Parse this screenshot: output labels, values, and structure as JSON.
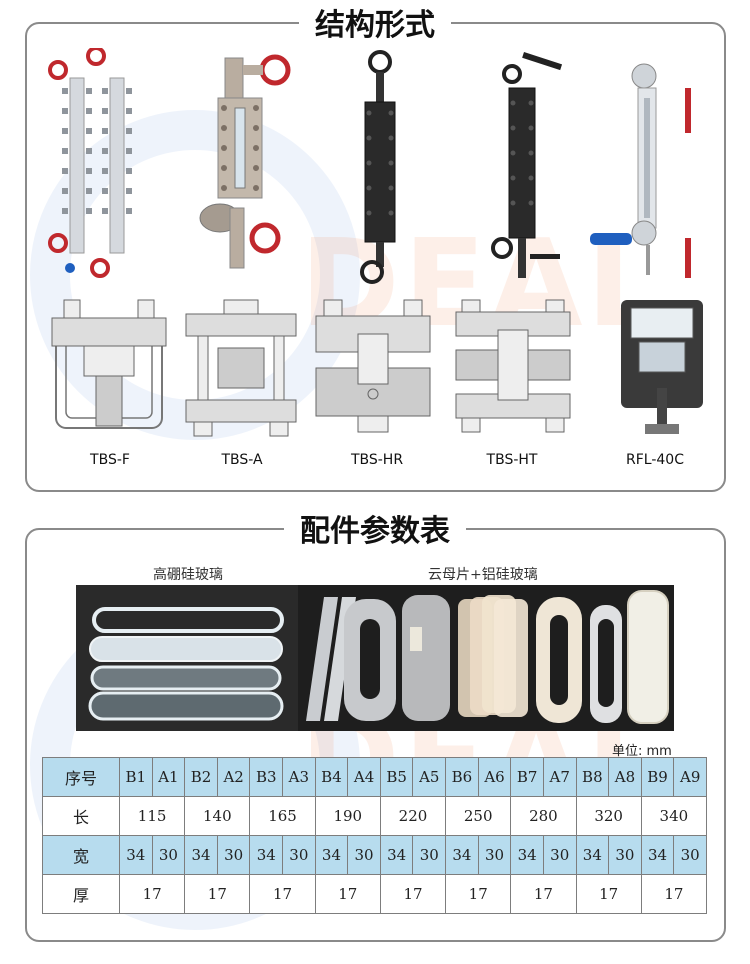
{
  "section1": {
    "title": "结构形式",
    "models": [
      "TBS-F",
      "TBS-A",
      "TBS-HR",
      "TBS-HT",
      "RFL-40C"
    ]
  },
  "section2": {
    "title": "配件参数表",
    "captions": {
      "left": "高硼硅玻璃",
      "right": "云母片+铝硅玻璃"
    },
    "unit": "单位: mm",
    "table": {
      "row_labels": {
        "no": "序号",
        "length": "长",
        "width": "宽",
        "thickness": "厚"
      },
      "codes": [
        "B1",
        "A1",
        "B2",
        "A2",
        "B3",
        "A3",
        "B4",
        "A4",
        "B5",
        "A5",
        "B6",
        "A6",
        "B7",
        "A7",
        "B8",
        "A8",
        "B9",
        "A9"
      ],
      "lengths": [
        "115",
        "140",
        "165",
        "190",
        "220",
        "250",
        "280",
        "320",
        "340"
      ],
      "widths": [
        "34",
        "30",
        "34",
        "30",
        "34",
        "30",
        "34",
        "30",
        "34",
        "30",
        "34",
        "30",
        "34",
        "30",
        "34",
        "30",
        "34",
        "30"
      ],
      "thicknesses": [
        "17",
        "17",
        "17",
        "17",
        "17",
        "17",
        "17",
        "17",
        "17"
      ]
    }
  },
  "watermark": {
    "text": "DEAL"
  },
  "colors": {
    "table_header_bg": "#b7dcee",
    "border": "#8a8a8a",
    "valve_red": "#c0282d",
    "handle_blue": "#1f5fbf"
  }
}
